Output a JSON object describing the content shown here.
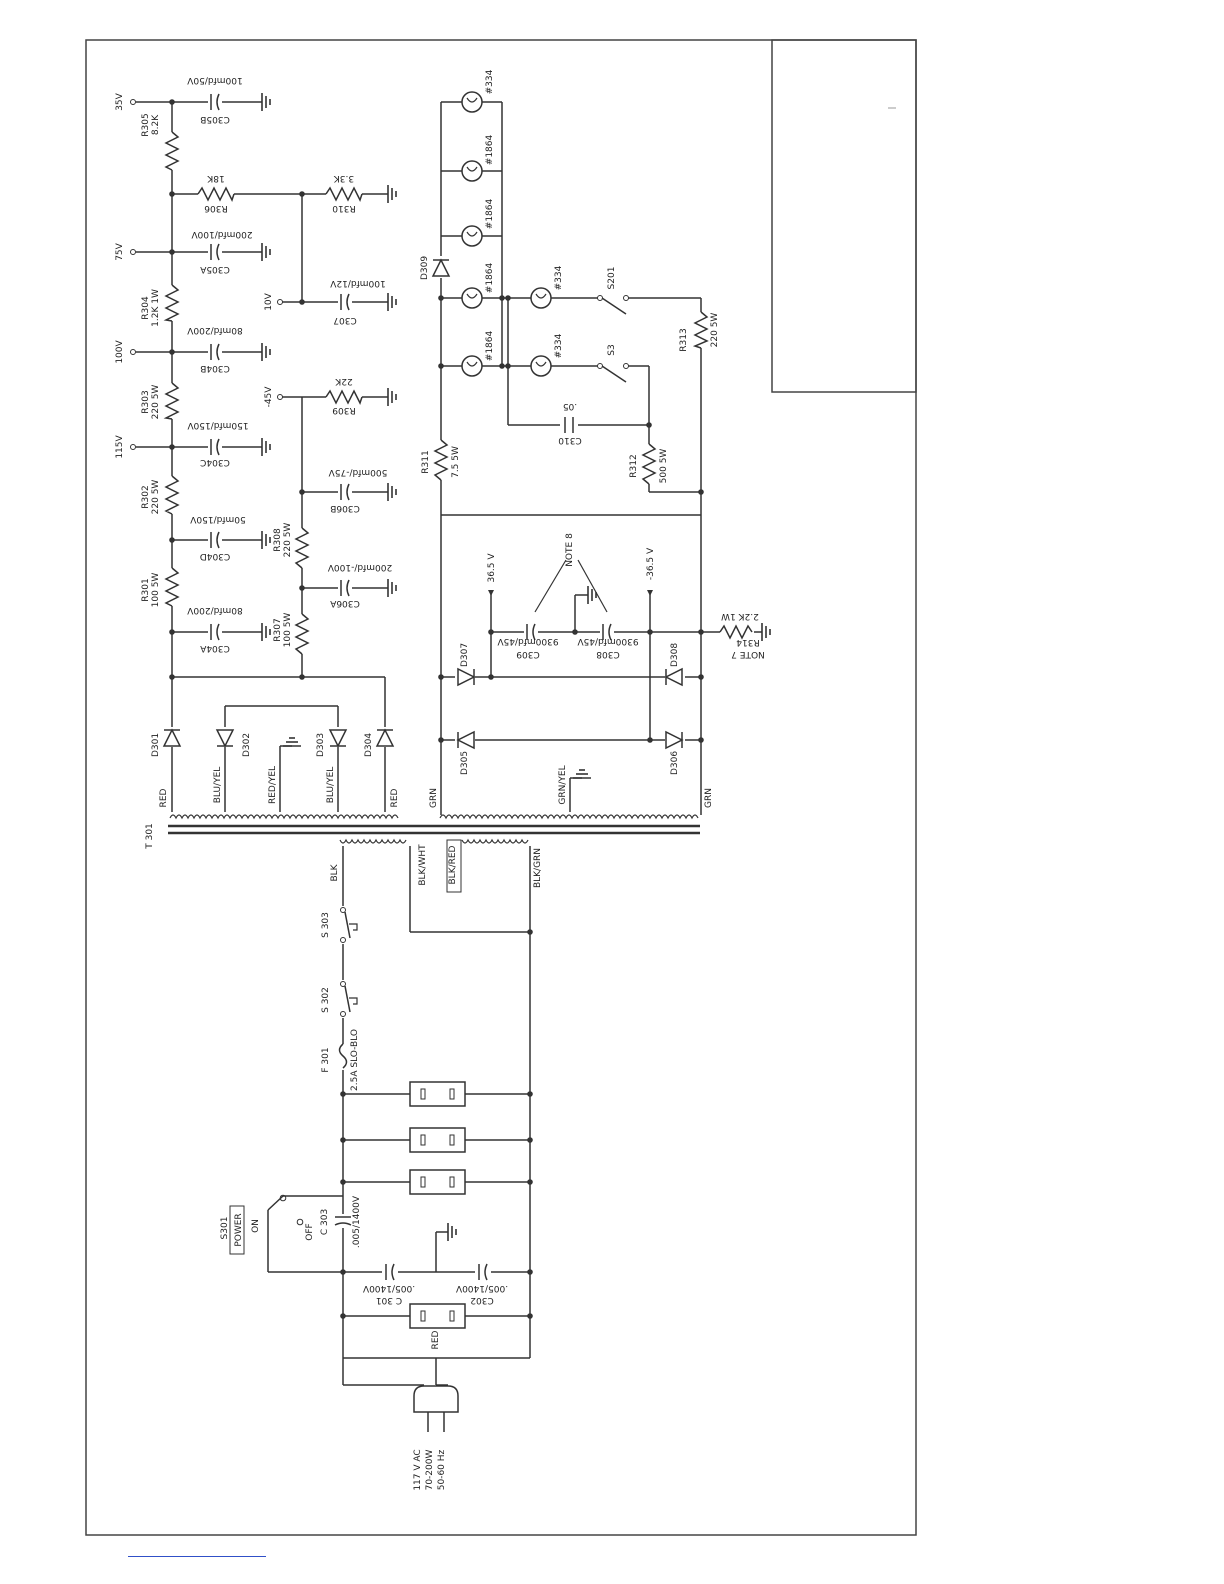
{
  "labels": {
    "v35": "35V",
    "v75": "75V",
    "v100": "100V",
    "v115": "115V",
    "v10": "10V",
    "vneg45": "-45V",
    "v365": "36.5 V",
    "vneg365": "-36.5 V",
    "c305b": "C305B",
    "c305b_val": "100mfd/50V",
    "r305": "R305",
    "r305_val": "8.2K",
    "r306": "R306",
    "r306_val": "18K",
    "r310": "R310",
    "r310_val": "3.3K",
    "c305a": "C305A",
    "c305a_val": "200mfd/100V",
    "r304": "R304",
    "r304_val": "1.2K 1W",
    "c307": "C307",
    "c307_val": "100mfd/12V",
    "c304b": "C304B",
    "c304b_val": "80mfd/200V",
    "r303": "R303",
    "r303_val": "220 5W",
    "r309": "R309",
    "r309_val": "22K",
    "c304c": "C304C",
    "c304c_val": "150mfd/150V",
    "r302": "R302",
    "r302_val": "220 5W",
    "c306b": "C306B",
    "c306b_val": "500mfd/-75V",
    "c304d": "C304D",
    "c304d_val": "50mfd/150V",
    "r308": "R308",
    "r308_val": "220 5W",
    "c306a": "C306A",
    "c306a_val": "200mfd/-100V",
    "r301": "R301",
    "r301_val": "100 5W",
    "r307": "R307",
    "r307_val": "100 5W",
    "c304a": "C304A",
    "c304a_val": "80mfd/200V",
    "d301": "D301",
    "d302": "D302",
    "d303": "D303",
    "d304": "D304",
    "d305": "D305",
    "d306": "D306",
    "d307": "D307",
    "d308": "D308",
    "d309": "D309",
    "lamp334a": "#334",
    "lamp1864a": "#1864",
    "lamp1864b": "#1864",
    "lamp1864c": "#1864",
    "lamp1864d": "#1864",
    "lamp334b": "#334",
    "lamp334c": "#334",
    "s201": "S201",
    "s3": "S3",
    "r313": "R313",
    "r313_val": "220 5W",
    "c310": "C310",
    "c310_val": ".05",
    "r311": "R311",
    "r311_val": "7.5 5W",
    "r312": "R312",
    "r312_val": "500 5W",
    "note8": "NOTE 8",
    "c309": "C309",
    "c309_val": "9300mfd/45V",
    "c308": "C308",
    "c308_val": "9300mfd/45V",
    "r314": "R314",
    "r314_val": "2.2K 1W",
    "note7": "NOTE 7",
    "t301": "T 301",
    "red1": "RED",
    "bluyel1": "BLU/YEL",
    "redyel": "RED/YEL",
    "bluyel2": "BLU/YEL",
    "red2": "RED",
    "grn1": "GRN",
    "grnyel": "GRN/YEL",
    "grn2": "GRN",
    "blk": "BLK",
    "blkwht": "BLK/WHT",
    "blkred": "BLK/RED",
    "blkgrn": "BLK/GRN",
    "s303": "S 303",
    "s302": "S 302",
    "f301": "F 301",
    "f301_val": "2.5A SLO-BLO",
    "s301": "S301",
    "power": "POWER",
    "on": "ON",
    "off": "OFF",
    "c303": "C 303",
    "c303_val": ".005/1400V",
    "c301": "C 301",
    "c301_val": ".005/1400V",
    "c302": "C302",
    "c302_val": ".005/1400V",
    "red_outlet": "RED",
    "input1": "117 V AC",
    "input2": "70-200W",
    "input3": "50-60 Hz"
  }
}
